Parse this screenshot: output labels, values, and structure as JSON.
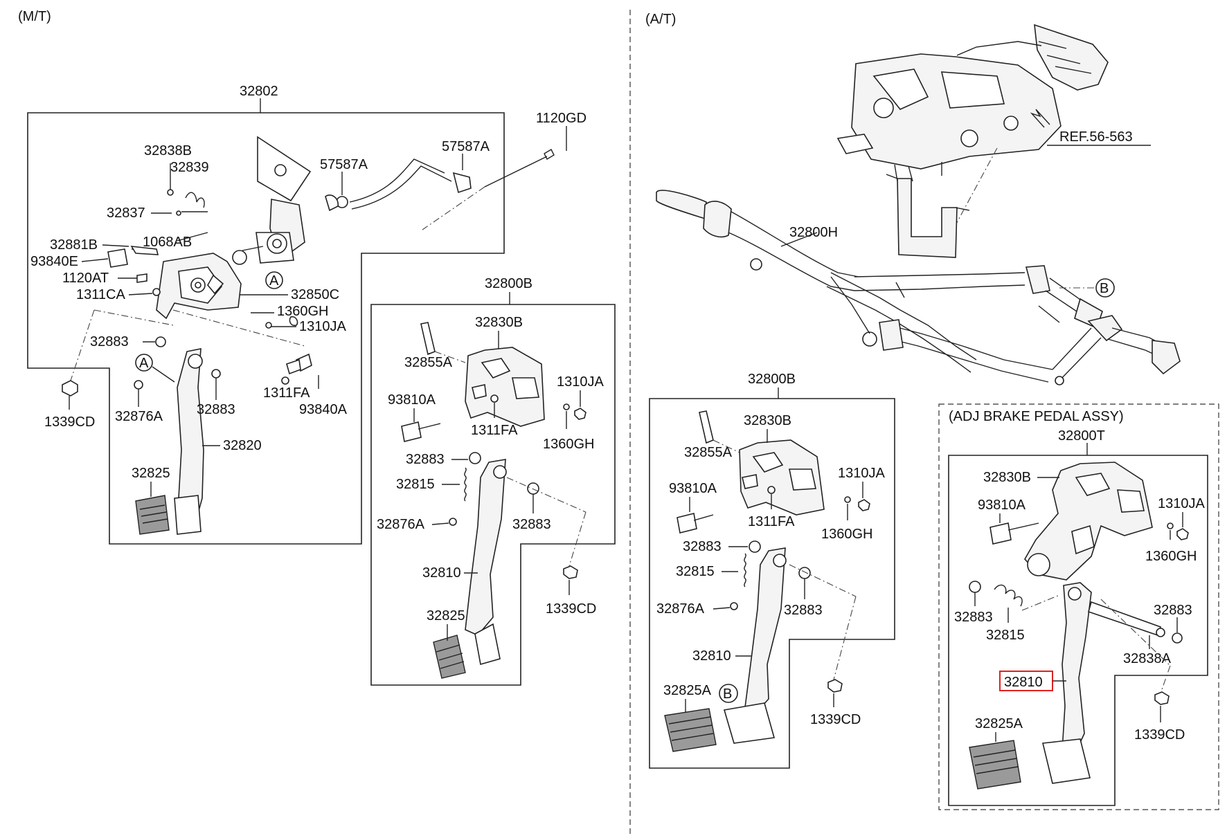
{
  "sections": {
    "manual": "(M/T)",
    "automatic": "(A/T)",
    "adj_assy": "(ADJ BRAKE PEDAL ASSY)"
  },
  "highlighted_part": "32810",
  "ref_label": "REF.56-563",
  "labels": {
    "mt": {
      "l32802": "32802",
      "l1120GD": "1120GD",
      "l57587A_a": "57587A",
      "l57587A_b": "57587A",
      "l32838B": "32838B",
      "l32839": "32839",
      "l32837": "32837",
      "l32881B": "32881B",
      "l1068AB": "1068AB",
      "l93840E": "93840E",
      "l1120AT": "1120AT",
      "l1311CA": "1311CA",
      "l32850C": "32850C",
      "l1360GH": "1360GH",
      "l1310JA": "1310JA",
      "l32883_a": "32883",
      "l1311FA": "1311FA",
      "l93840A": "93840A",
      "l1339CD": "1339CD",
      "l32876A": "32876A",
      "l32883_b": "32883",
      "l32820": "32820",
      "l32825": "32825",
      "calloutA1": "A",
      "calloutA2": "A"
    },
    "mt_b": {
      "l32800B": "32800B",
      "l32830B": "32830B",
      "l32855A": "32855A",
      "l1310JA": "1310JA",
      "l93810A": "93810A",
      "l1311FA": "1311FA",
      "l1360GH": "1360GH",
      "l32883_a": "32883",
      "l32815": "32815",
      "l32876A": "32876A",
      "l32883_b": "32883",
      "l32810": "32810",
      "l32825": "32825",
      "l1339CD": "1339CD"
    },
    "at_top": {
      "l32800H": "32800H",
      "calloutB": "B"
    },
    "at_b": {
      "l32800B": "32800B",
      "l32830B": "32830B",
      "l32855A": "32855A",
      "l1310JA": "1310JA",
      "l93810A": "93810A",
      "l1311FA": "1311FA",
      "l1360GH": "1360GH",
      "l32883_a": "32883",
      "l32815": "32815",
      "l32876A": "32876A",
      "l32883_b": "32883",
      "l32810": "32810",
      "l32825A": "32825A",
      "calloutB": "B",
      "l1339CD": "1339CD"
    },
    "adj": {
      "l32800T": "32800T",
      "l32830B": "32830B",
      "l93810A": "93810A",
      "l1310JA": "1310JA",
      "l1360GH": "1360GH",
      "l32883_a": "32883",
      "l32815": "32815",
      "l32883_b": "32883",
      "l32838A": "32838A",
      "l32810": "32810",
      "l32825A": "32825A",
      "l1339CD": "1339CD"
    }
  },
  "colors": {
    "highlight": "#e0221f",
    "line": "#222222",
    "background": "#ffffff"
  }
}
